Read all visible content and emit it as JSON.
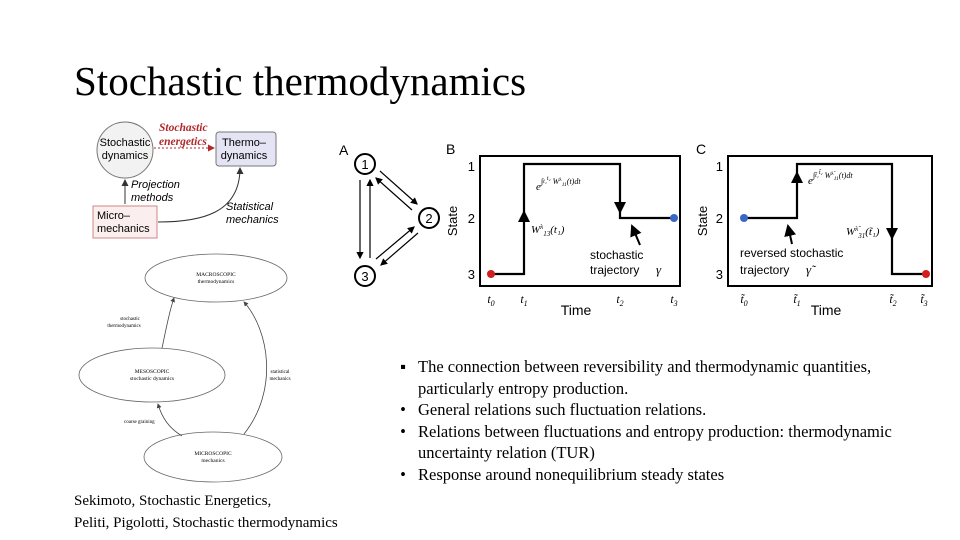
{
  "slide": {
    "title": "Stochastic thermodynamics",
    "references": [
      "Sekimoto, Stochastic Energetics,",
      "Peliti, Pigolotti, Stochastic thermodynamics"
    ]
  },
  "bullets": [
    {
      "marker": "▪",
      "text": "The connection between reversibility and thermodynamic quantities, particularly entropy production."
    },
    {
      "marker": "•",
      "text": "General relations such fluctuation relations."
    },
    {
      "marker": "•",
      "text": "Relations between fluctuations and entropy production: thermodynamic uncertainty relation (TUR)"
    },
    {
      "marker": "•",
      "text": "Response around nonequilibrium steady states"
    }
  ],
  "energetics_diagram": {
    "stochastic_dynamics": [
      "Stochastic",
      "dynamics"
    ],
    "stochastic_energetics": [
      "Stochastic",
      "energetics"
    ],
    "thermodynamics": [
      "Thermo–",
      "dynamics"
    ],
    "projection_methods": [
      "Projection",
      "methods"
    ],
    "micro_mechanics": [
      "Micro–",
      "mechanics"
    ],
    "statistical_mechanics": [
      "Statistical",
      "mechanics"
    ],
    "accent_color": "#b0282a"
  },
  "scales_diagram": {
    "macroscopic": [
      "MACROSCOPIC",
      "thermodynamics"
    ],
    "mesoscopic": [
      "MESOSCOPIC",
      "stochastic dynamics"
    ],
    "microscopic": [
      "MICROSCOPIC",
      "mechanics"
    ],
    "stochastic_thermodynamics": [
      "stochastic",
      "thermodynamics"
    ],
    "statistical_mechanics": [
      "statistical",
      "mechanics"
    ],
    "coarse_graining": "coarse graining"
  },
  "network": {
    "panel_label": "A",
    "states": [
      "1",
      "2",
      "3"
    ]
  },
  "trajectory_forward": {
    "panel_label": "B",
    "y_axis_label": "State",
    "x_axis_label": "Time",
    "y_ticks": [
      "1",
      "2",
      "3"
    ],
    "x_ticks": [
      "t0",
      "t1",
      "t2",
      "t3"
    ],
    "rate_label": "W13λ(t1)",
    "integral_label": "exp ∫t1 t2 W11λ(t) dt",
    "annotation": [
      "stochastic",
      "trajectory"
    ],
    "path_symbol": "γ",
    "start_color": "#d11f1f",
    "end_color": "#3a66c4"
  },
  "trajectory_reverse": {
    "panel_label": "C",
    "y_axis_label": "State",
    "x_axis_label": "Time",
    "y_ticks": [
      "1",
      "2",
      "3"
    ],
    "x_ticks": [
      "t̃0",
      "t̃1",
      "t̃2",
      "t̃3"
    ],
    "rate_label": "W31λ̃(t̃1)",
    "integral_label": "exp ∫t̃1 t̃2 W11λ̃(t) dt",
    "annotation": [
      "reversed stochastic",
      "trajectory"
    ],
    "path_symbol": "γ̃",
    "start_color": "#3a66c4",
    "end_color": "#d11f1f"
  }
}
